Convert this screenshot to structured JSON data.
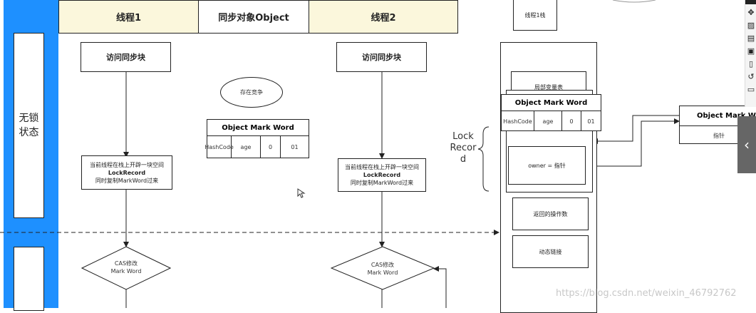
{
  "headers": {
    "thread1": "线程1",
    "sync_object": "同步对象Object",
    "thread2": "线程2"
  },
  "lane_label": {
    "line1": "无锁",
    "line2": "状态"
  },
  "thread1": {
    "access_block": "访问同步块",
    "alloc_lines": [
      "当前线程在栈上开辟一块空间",
      "LockRecord",
      "同时复制MarkWord过来"
    ],
    "cas_lines": [
      "CAS修改",
      "Mark Word"
    ]
  },
  "thread2": {
    "access_block": "访问同步块",
    "alloc_lines": [
      "当前线程在栈上开辟一块空间",
      "LockRecord",
      "同时复制MarkWord过来"
    ],
    "cas_lines": [
      "CAS修改",
      "Mark Word"
    ]
  },
  "object": {
    "competition": "存在竞争",
    "mark_word": {
      "title": "Object Mark Word",
      "cells": [
        "HashCode",
        "age",
        "0",
        "01"
      ]
    }
  },
  "stack": {
    "title": "线程1栈",
    "local_vars": "局部变量表",
    "mark_word": {
      "title": "Object Mark Word",
      "cells": [
        "HashCode",
        "age",
        "0",
        "01"
      ]
    },
    "owner": "owner = 指针",
    "lock_record_lines": [
      "Lock",
      "Recor",
      "d"
    ],
    "return_addr": "返回的操作数",
    "dynamic_link": "动态链接"
  },
  "heap_object": {
    "title": "Object Mark Word",
    "pointer": "指针"
  },
  "watermark": "https://blog.csdn.net/weixin_46792762",
  "toolbar": {
    "icons": [
      "move-icon",
      "image-icon",
      "calendar-icon",
      "document-icon",
      "page-icon",
      "history-icon",
      "comment-icon"
    ],
    "collapse": "‹"
  }
}
